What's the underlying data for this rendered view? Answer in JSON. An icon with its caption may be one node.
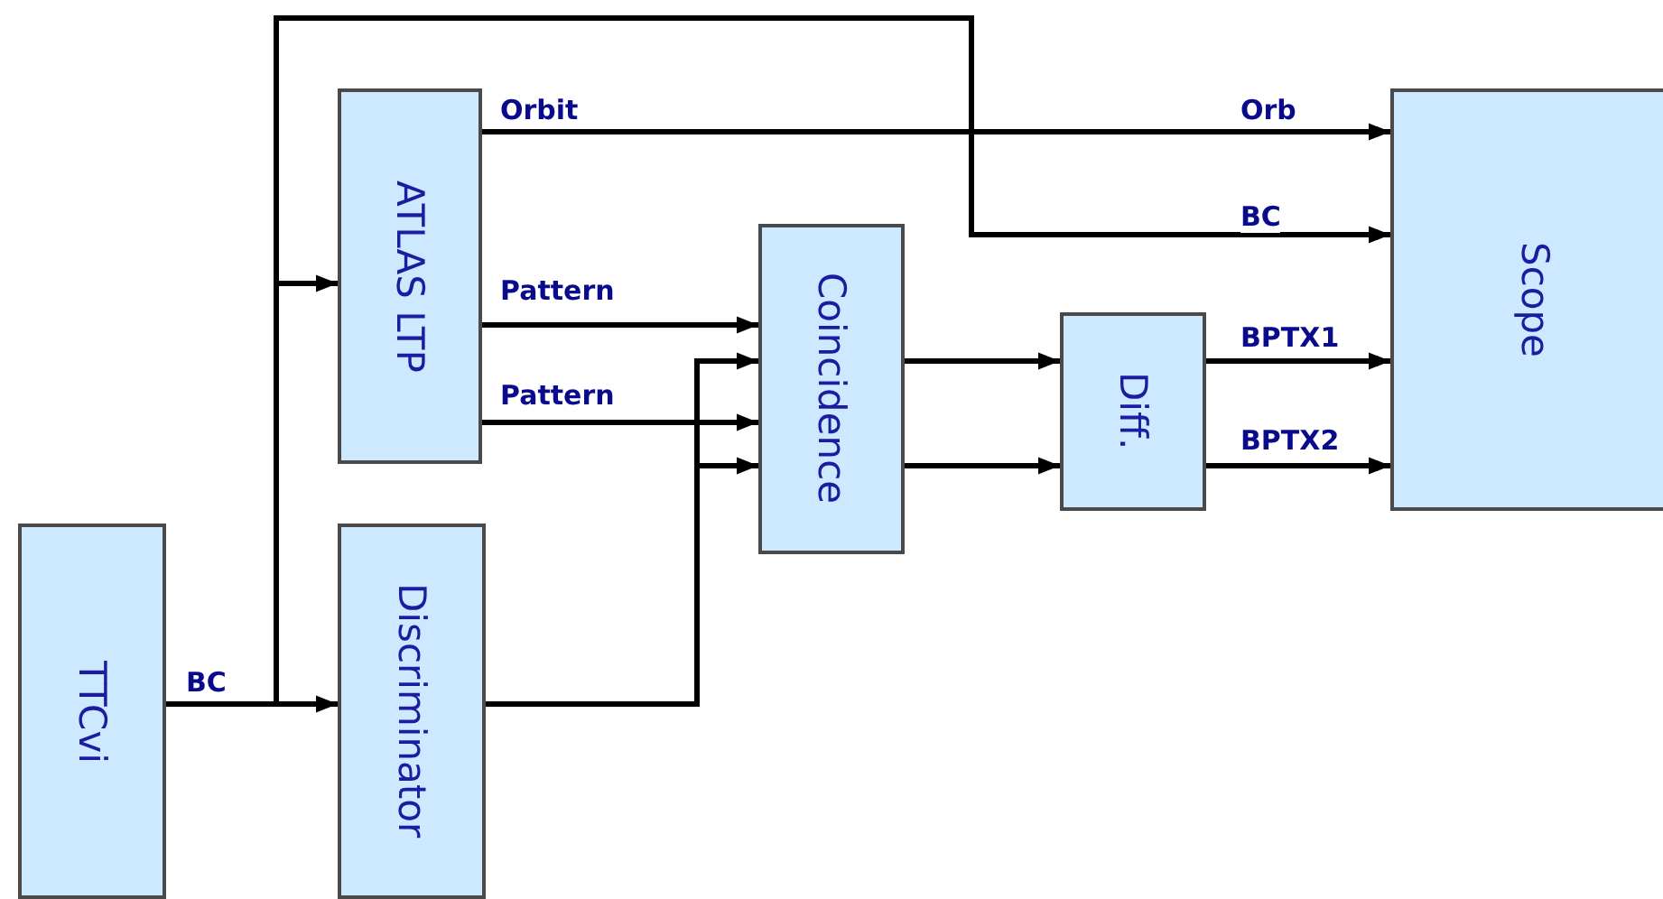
{
  "diagram": {
    "nodes": [
      {
        "text": [
          "TTCvi"
        ]
      },
      {
        "text": [
          "ATLAS LTP"
        ]
      },
      {
        "text": [
          "Discriminator"
        ]
      },
      {
        "text": [
          "Coincidence"
        ]
      },
      {
        "text": [
          "Diff."
        ]
      },
      {
        "text": [
          "Scope"
        ]
      }
    ],
    "edges": [
      {
        "from": 0,
        "to": 2,
        "arrow": "to",
        "label": "BC"
      },
      {
        "from": 0,
        "to": 1,
        "arrow": "to"
      },
      {
        "from": 0,
        "to": 5,
        "arrow": "to",
        "label": "BC"
      },
      {
        "from": 1,
        "to": 5,
        "arrow": "to",
        "label": "Orbit"
      },
      {
        "from": 1,
        "to": 3,
        "arrow": "to",
        "label": "Pattern"
      },
      {
        "from": 1,
        "to": 3,
        "arrow": "to",
        "label": "Pattern"
      },
      {
        "from": 2,
        "to": 3,
        "arrow": "to"
      },
      {
        "from": 2,
        "to": 3,
        "arrow": "to"
      },
      {
        "from": 3,
        "to": 4,
        "arrow": "to"
      },
      {
        "from": 3,
        "to": 4,
        "arrow": "to"
      },
      {
        "from": 4,
        "to": 5,
        "arrow": "to",
        "label": "BPTX1"
      },
      {
        "from": 4,
        "to": 5,
        "arrow": "to",
        "label": "BPTX2"
      }
    ],
    "labels": [
      "Orb"
    ]
  }
}
